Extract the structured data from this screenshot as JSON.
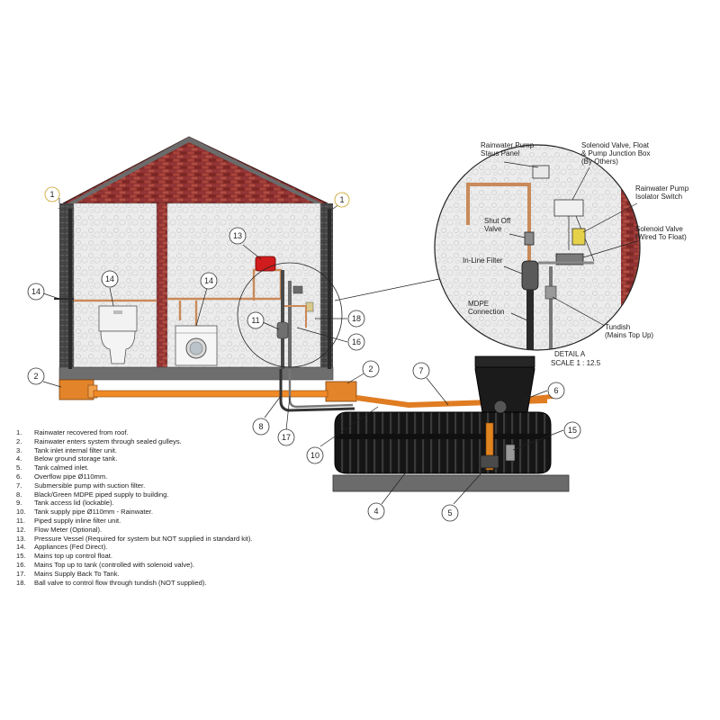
{
  "detail": {
    "title": "DETAIL A",
    "scale": "SCALE 1 : 12.5",
    "labels": {
      "pump_status_panel": [
        "Rainwater Pump",
        "Staus Panel"
      ],
      "junction_box": [
        "Solenoid Valve, Float",
        "& Pump Junction Box",
        "(By Others)"
      ],
      "isolator_switch": [
        "Rainwater Pump",
        "Isolator Switch"
      ],
      "shut_off_valve": [
        "Shut Off",
        "Valve"
      ],
      "solenoid_valve": [
        "Solenoid Valve",
        "(Wired To Float)"
      ],
      "inline_filter": [
        "In-Line Filter"
      ],
      "mdpe_connection": [
        "MDPE",
        "Connection"
      ],
      "tundish": [
        "Tundish",
        "(Mains Top Up)"
      ]
    }
  },
  "callouts": {
    "c1": "1",
    "c2": "2",
    "c4": "4",
    "c5": "5",
    "c6": "6",
    "c7": "7",
    "c8": "8",
    "c10": "10",
    "c11": "11",
    "c13": "13",
    "c14": "14",
    "c15": "15",
    "c16": "16",
    "c17": "17",
    "c18": "18"
  },
  "legend": [
    {
      "n": "1.",
      "text": "Rainwater recovered from roof."
    },
    {
      "n": "2.",
      "text": "Rainwater enters system through sealed gulleys."
    },
    {
      "n": "3.",
      "text": "Tank inlet internal filter unit."
    },
    {
      "n": "4.",
      "text": "Below ground storage tank."
    },
    {
      "n": "5.",
      "text": "Tank calmed inlet."
    },
    {
      "n": "6.",
      "text": "Overflow pipe Ø110mm."
    },
    {
      "n": "7.",
      "text": "Submersible pump with suction filter."
    },
    {
      "n": "8.",
      "text": "Black/Green MDPE piped supply to building."
    },
    {
      "n": "9.",
      "text": "Tank access lid (lockable)."
    },
    {
      "n": "10.",
      "text": "Tank supply pipe Ø110mm - Rainwater."
    },
    {
      "n": "11.",
      "text": "Piped supply inline filter unit."
    },
    {
      "n": "12.",
      "text": "Flow Meter (Optional)."
    },
    {
      "n": "13.",
      "text": "Pressure Vessel (Required for system but NOT supplied in standard kit)."
    },
    {
      "n": "14.",
      "text": "Appliances (Fed Direct)."
    },
    {
      "n": "15.",
      "text": "Mains top up control float."
    },
    {
      "n": "16.",
      "text": "Mains Top up to tank (controlled with solenoid valve)."
    },
    {
      "n": "17.",
      "text": "Mains Supply Back To Tank."
    },
    {
      "n": "18.",
      "text": "Ball valve to control flow through tundish (NOT supplied)."
    }
  ]
}
